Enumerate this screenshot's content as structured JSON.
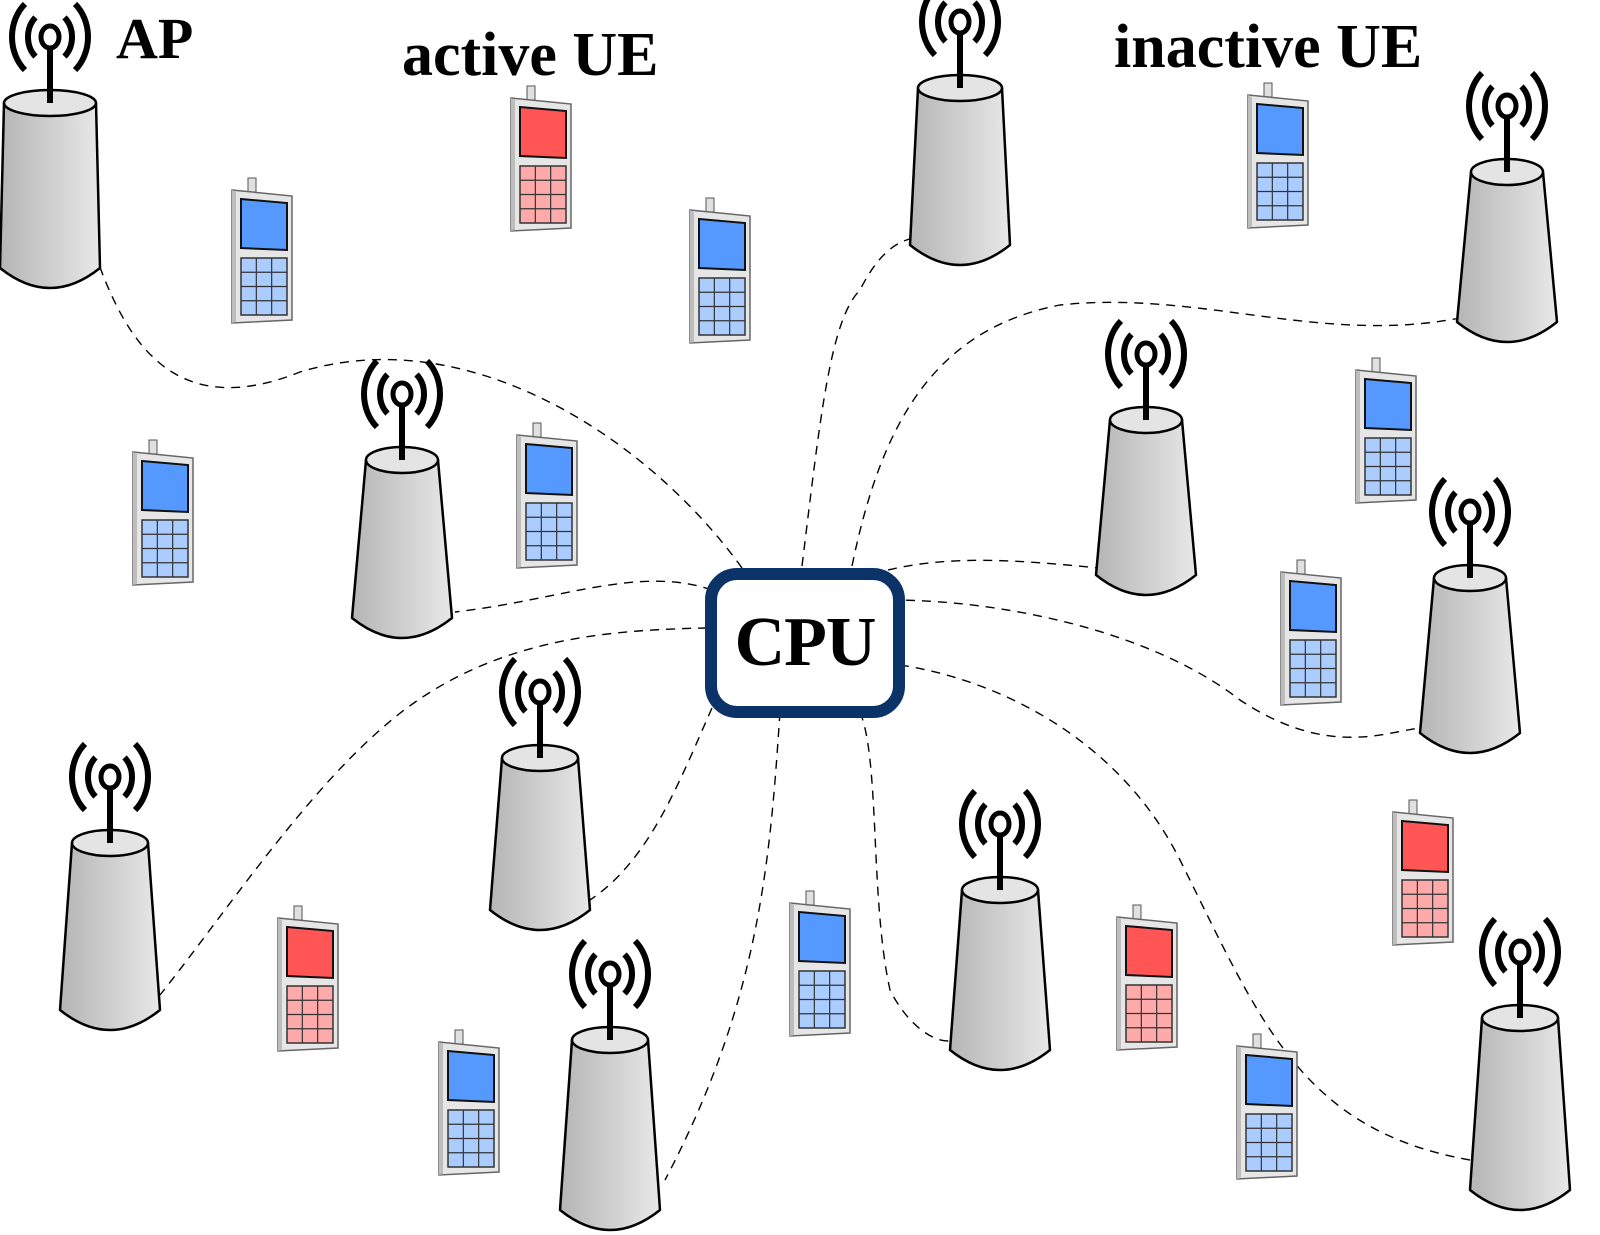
{
  "labels": {
    "ap": "AP",
    "active_ue": "active UE",
    "inactive_ue": "inactive UE",
    "cpu": "CPU"
  },
  "colors": {
    "cpu_border": "#0b3368",
    "tower_fill_dark": "#b8b8b8",
    "tower_fill_light": "#e6e6e6",
    "active_screen": "#ff5555",
    "active_keypad": "#ffaaaa",
    "inactive_screen": "#5599ff",
    "inactive_keypad": "#aaccff",
    "phone_body": "#e6e6e6",
    "link": "#000000"
  },
  "diagram": {
    "central_node": "CPU",
    "access_points": [
      {
        "id": "ap-1",
        "connected_to": "CPU"
      },
      {
        "id": "ap-2",
        "connected_to": "CPU"
      },
      {
        "id": "ap-3",
        "connected_to": "CPU"
      },
      {
        "id": "ap-4",
        "connected_to": "CPU"
      },
      {
        "id": "ap-5",
        "connected_to": "CPU"
      },
      {
        "id": "ap-6",
        "connected_to": "CPU"
      },
      {
        "id": "ap-7",
        "connected_to": "CPU"
      },
      {
        "id": "ap-8",
        "connected_to": "CPU"
      },
      {
        "id": "ap-9",
        "connected_to": "CPU"
      },
      {
        "id": "ap-10",
        "connected_to": "CPU"
      },
      {
        "id": "ap-11",
        "connected_to": "CPU"
      }
    ],
    "user_equipment": [
      {
        "id": "ue-1",
        "state": "inactive"
      },
      {
        "id": "ue-2",
        "state": "active"
      },
      {
        "id": "ue-3",
        "state": "inactive"
      },
      {
        "id": "ue-4",
        "state": "inactive"
      },
      {
        "id": "ue-5",
        "state": "inactive"
      },
      {
        "id": "ue-6",
        "state": "inactive"
      },
      {
        "id": "ue-7",
        "state": "inactive"
      },
      {
        "id": "ue-8",
        "state": "inactive"
      },
      {
        "id": "ue-9",
        "state": "active"
      },
      {
        "id": "ue-10",
        "state": "active"
      },
      {
        "id": "ue-11",
        "state": "inactive"
      },
      {
        "id": "ue-12",
        "state": "active"
      },
      {
        "id": "ue-13",
        "state": "inactive"
      },
      {
        "id": "ue-14",
        "state": "inactive"
      }
    ],
    "link_style": "dashed"
  }
}
